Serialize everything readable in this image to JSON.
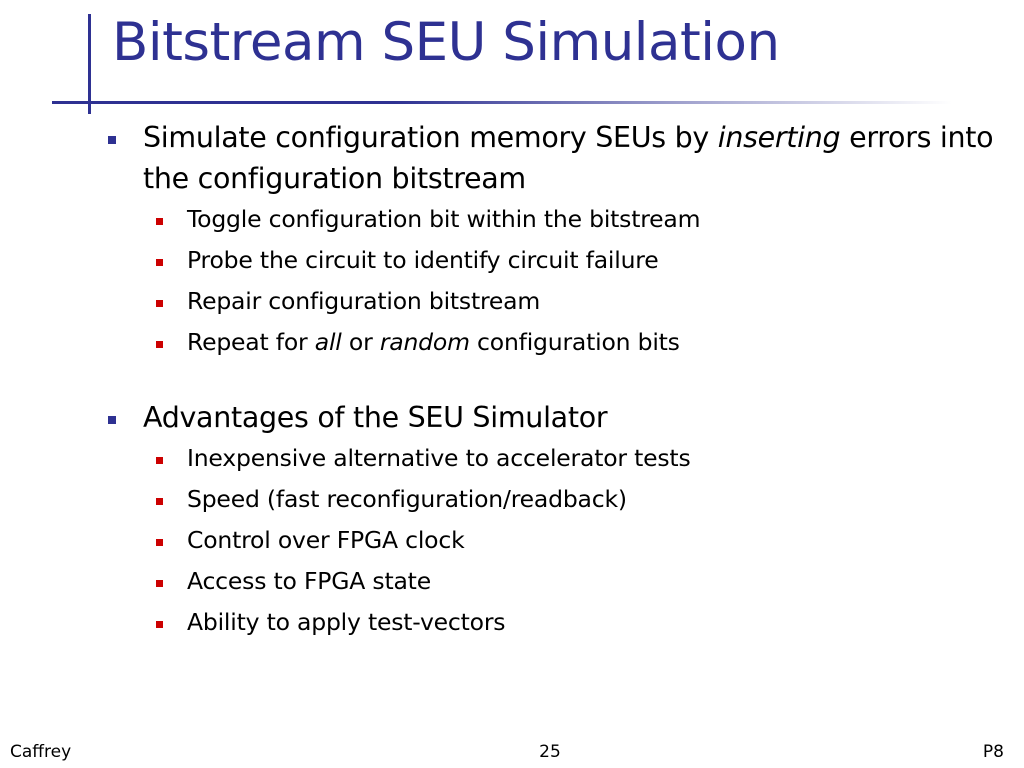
{
  "slide": {
    "title": "Bitstream SEU Simulation",
    "bullets": [
      {
        "parts": [
          "Simulate configuration memory SEUs by ",
          "inserting",
          " errors into the configuration bitstream"
        ],
        "children": [
          {
            "text": "Toggle configuration bit within the bitstream"
          },
          {
            "text": "Probe the circuit to identify circuit failure"
          },
          {
            "text": "Repair configuration bitstream"
          },
          {
            "parts": [
              "Repeat for ",
              "all",
              " or ",
              "random",
              " configuration bits"
            ]
          }
        ]
      },
      {
        "text": "Advantages of the SEU Simulator",
        "children": [
          {
            "text": "Inexpensive alternative to accelerator tests"
          },
          {
            "text": "Speed (fast reconfiguration/readback)"
          },
          {
            "text": "Control over FPGA clock"
          },
          {
            "text": "Access to FPGA state"
          },
          {
            "text": "Ability to apply test-vectors"
          }
        ]
      }
    ]
  },
  "footer": {
    "left": "Caffrey",
    "center": "25",
    "right": "P8"
  },
  "colors": {
    "title": "#2e3192",
    "level1_bullet": "#2e3192",
    "level2_bullet": "#cc0000"
  }
}
